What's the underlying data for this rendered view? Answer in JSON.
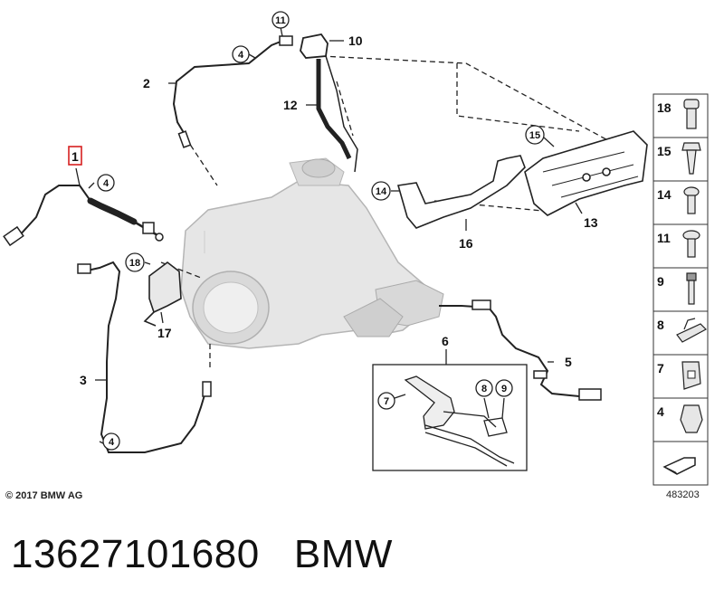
{
  "callouts": {
    "c1": "1",
    "c2": "2",
    "c3": "3",
    "c5": "5",
    "c6": "6",
    "c10": "10",
    "c12": "12",
    "c13": "13",
    "c16": "16",
    "c17": "17"
  },
  "circled": {
    "i4a": "4",
    "i4b": "4",
    "i4c": "4",
    "i7": "7",
    "i8": "8",
    "i9": "9",
    "i11": "11",
    "i14": "14",
    "i15": "15",
    "i18": "18"
  },
  "sidebar": {
    "items": [
      {
        "label": "18",
        "icon": "torx-bolt-icon"
      },
      {
        "label": "15",
        "icon": "hex-self-tapping-screw-icon"
      },
      {
        "label": "14",
        "icon": "torx-screw-icon"
      },
      {
        "label": "11",
        "icon": "flanged-screw-icon"
      },
      {
        "label": "9",
        "icon": "long-bolt-icon"
      },
      {
        "label": "8",
        "icon": "clip-icon"
      },
      {
        "label": "7",
        "icon": "clip-nut-icon"
      },
      {
        "label": "4",
        "icon": "cable-clip-icon"
      },
      {
        "label": "",
        "icon": "arrow-icon"
      }
    ]
  },
  "footer": {
    "copyright": "© 2017 BMW AG",
    "diagram_number": "483203",
    "part_number": "13627101680",
    "brand": "BMW"
  },
  "colors": {
    "line": "#111111",
    "part_gray": "#dcdcdc",
    "highlight_box": "#d62020"
  }
}
